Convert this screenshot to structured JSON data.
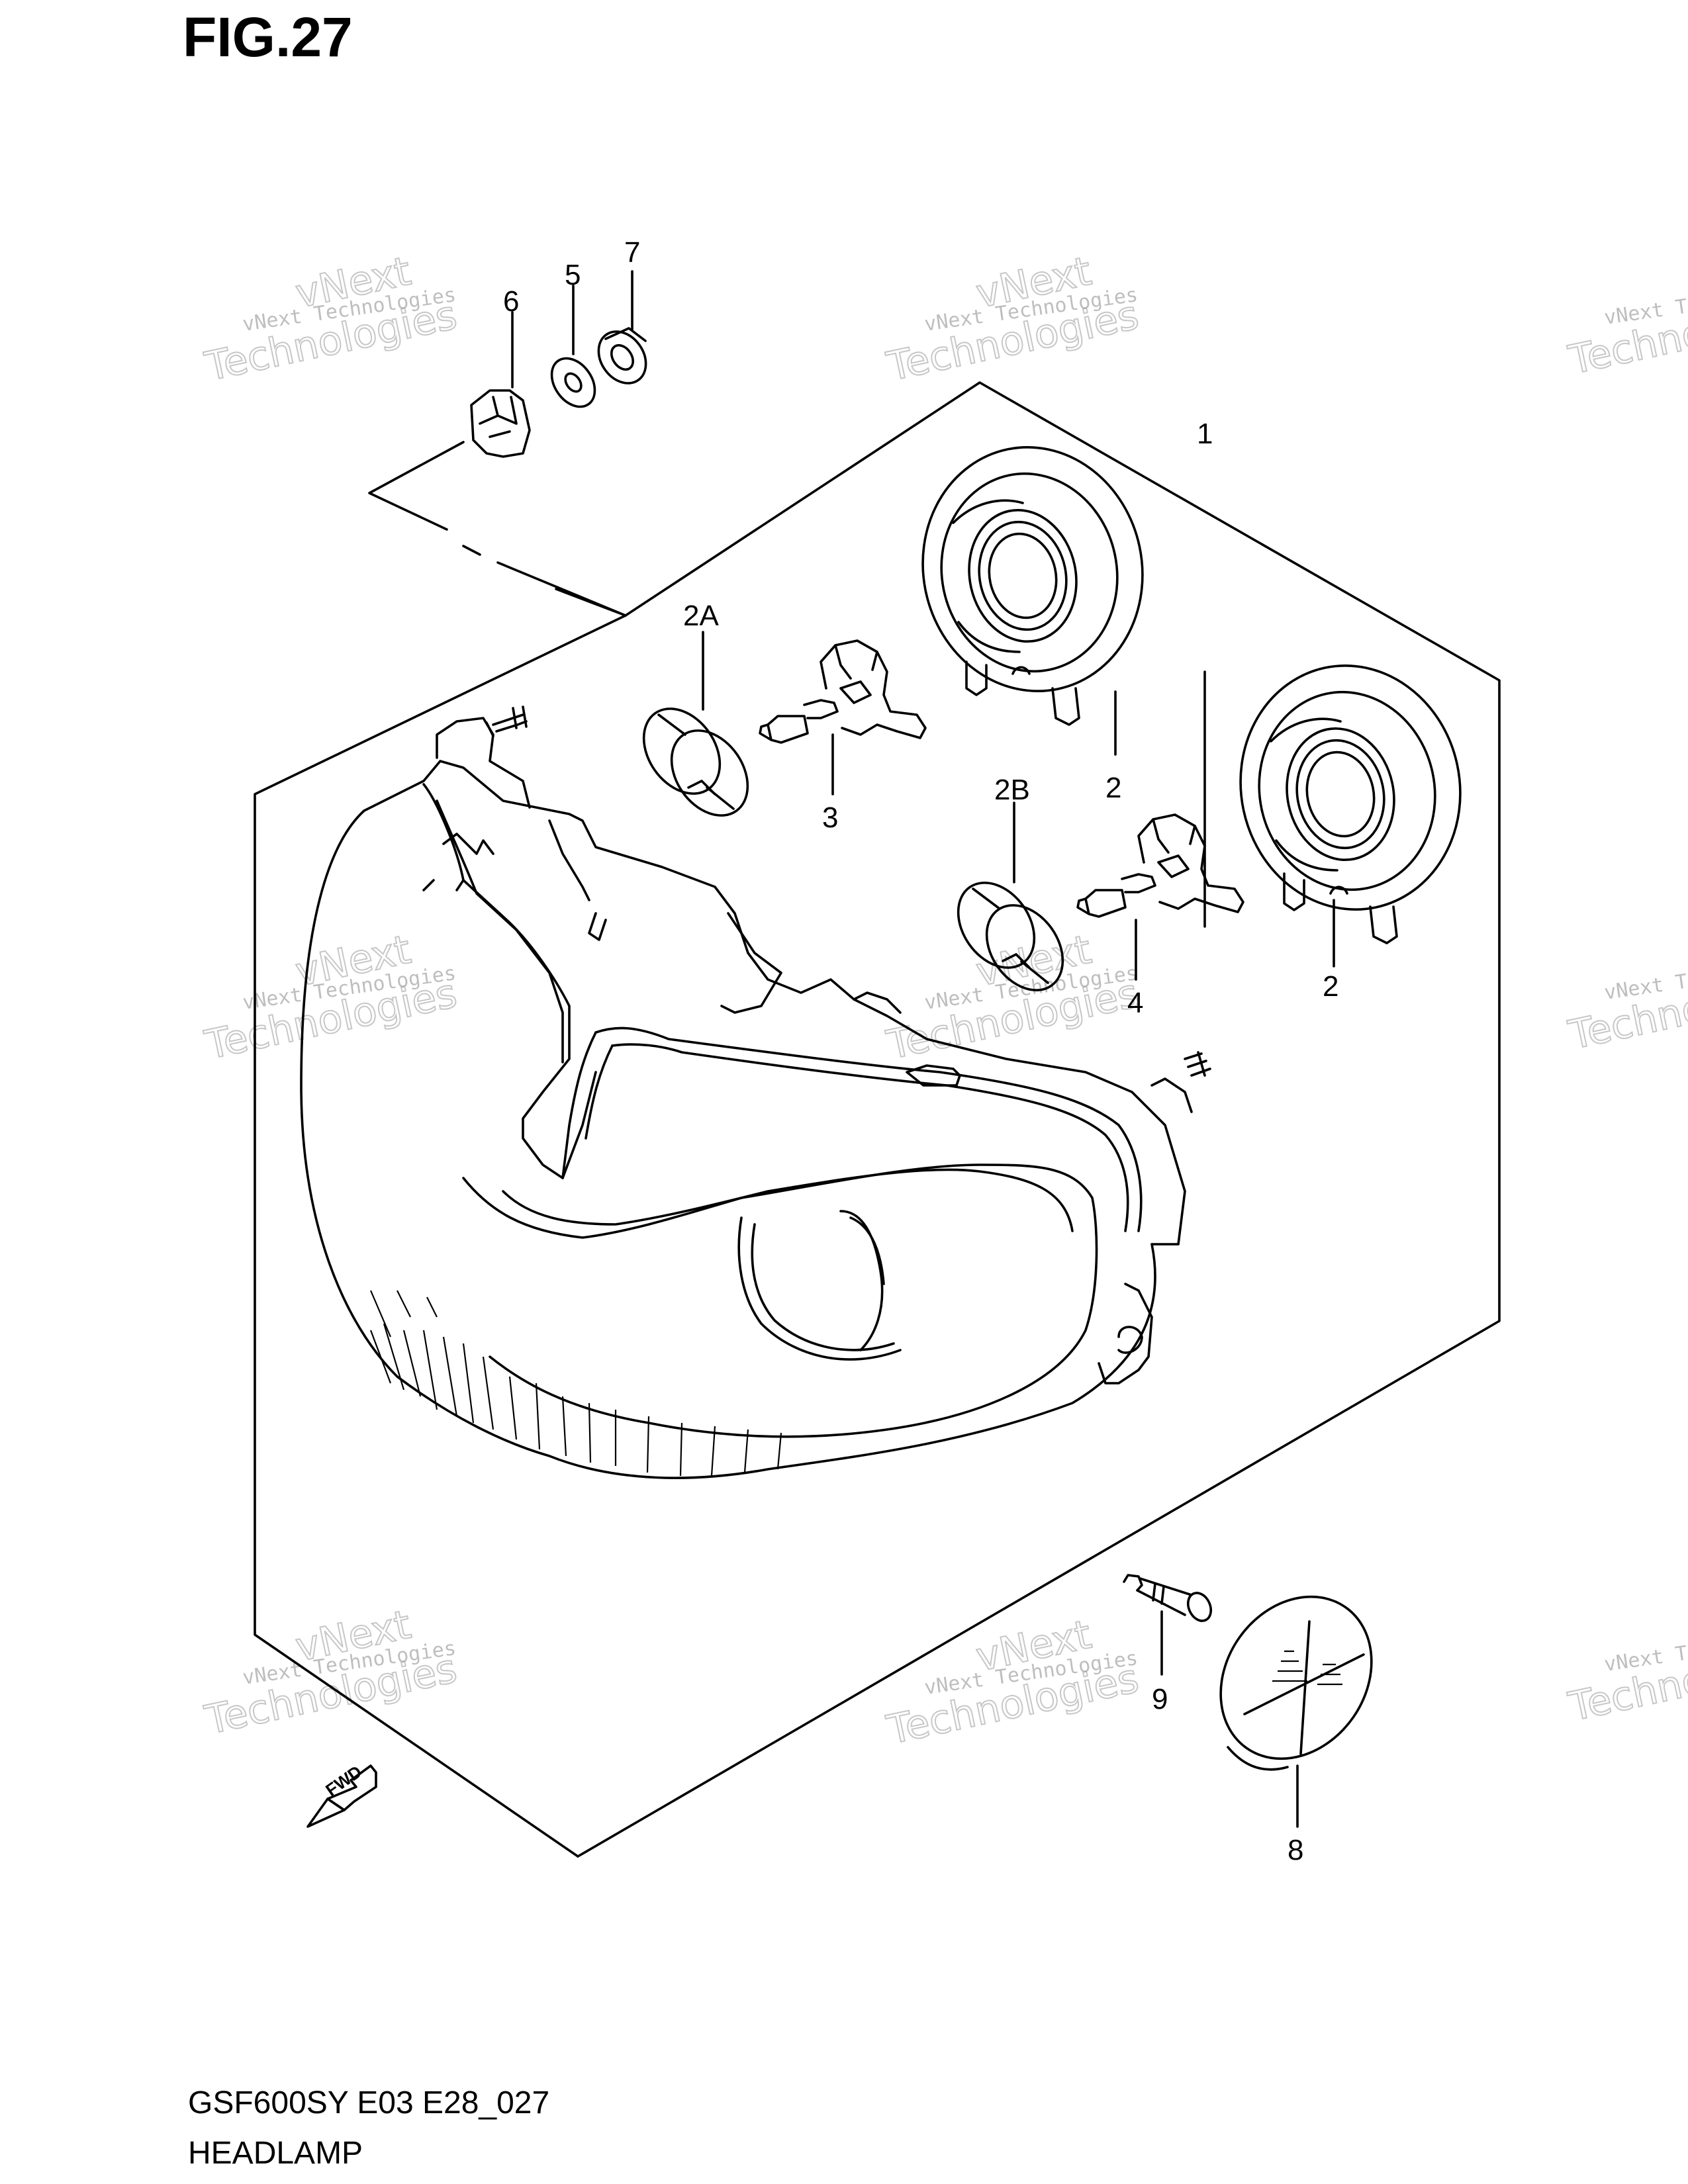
{
  "figure": {
    "title": "FIG.27"
  },
  "footer": {
    "code": "GSF600SY E03 E28_027",
    "name": "HEADLAMP"
  },
  "callouts": {
    "c1": "1",
    "c2a": "2A",
    "c2b": "2B",
    "c2_upper": "2",
    "c2_lower": "2",
    "c3": "3",
    "c4": "4",
    "c5": "5",
    "c6": "6",
    "c7": "7",
    "c8": "8",
    "c9": "9"
  },
  "fwd_label": "FWD",
  "watermark": {
    "line1": "vNext Technologies",
    "line2": "Technologies",
    "line3": "vNext"
  }
}
